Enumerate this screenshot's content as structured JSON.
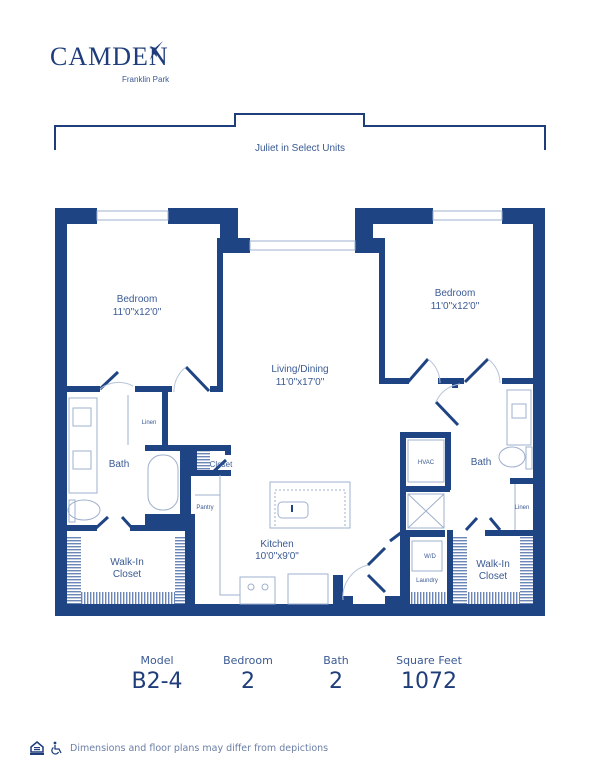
{
  "brand": {
    "name": "CAMDEN",
    "community": "Franklin Park",
    "icon": "hummingbird-icon"
  },
  "balcony_note": "Juliet in Select Units",
  "rooms": {
    "bedroom_left": {
      "name": "Bedroom",
      "size": "11'0\"x12'0\""
    },
    "bedroom_right": {
      "name": "Bedroom",
      "size": "11'0\"x12'0\""
    },
    "living": {
      "name": "Living/Dining",
      "size": "11'0\"x17'0\""
    },
    "kitchen": {
      "name": "Kitchen",
      "size": "10'0\"x9'0\""
    },
    "bath_left": "Bath",
    "bath_right": "Bath",
    "linen_left": "Linen",
    "linen_right": "Linen",
    "closet": "Closet",
    "pantry": "Pantry",
    "hvac": "HVAC",
    "wd": "W/D",
    "laundry": "Laundry",
    "walkin_left": [
      "Walk-In",
      "Closet"
    ],
    "walkin_right": [
      "Walk-In",
      "Closet"
    ]
  },
  "stats": [
    {
      "label": "Model",
      "value": "B2-4"
    },
    {
      "label": "Bedroom",
      "value": "2"
    },
    {
      "label": "Bath",
      "value": "2"
    },
    {
      "label": "Square Feet",
      "value": "1072"
    }
  ],
  "footer": {
    "disclaimer": "Dimensions and floor plans may differ from depictions",
    "icons": [
      "equal-housing-icon",
      "accessibility-icon"
    ]
  },
  "colors": {
    "wall": "#1f4484",
    "text": "#3a5a93"
  }
}
